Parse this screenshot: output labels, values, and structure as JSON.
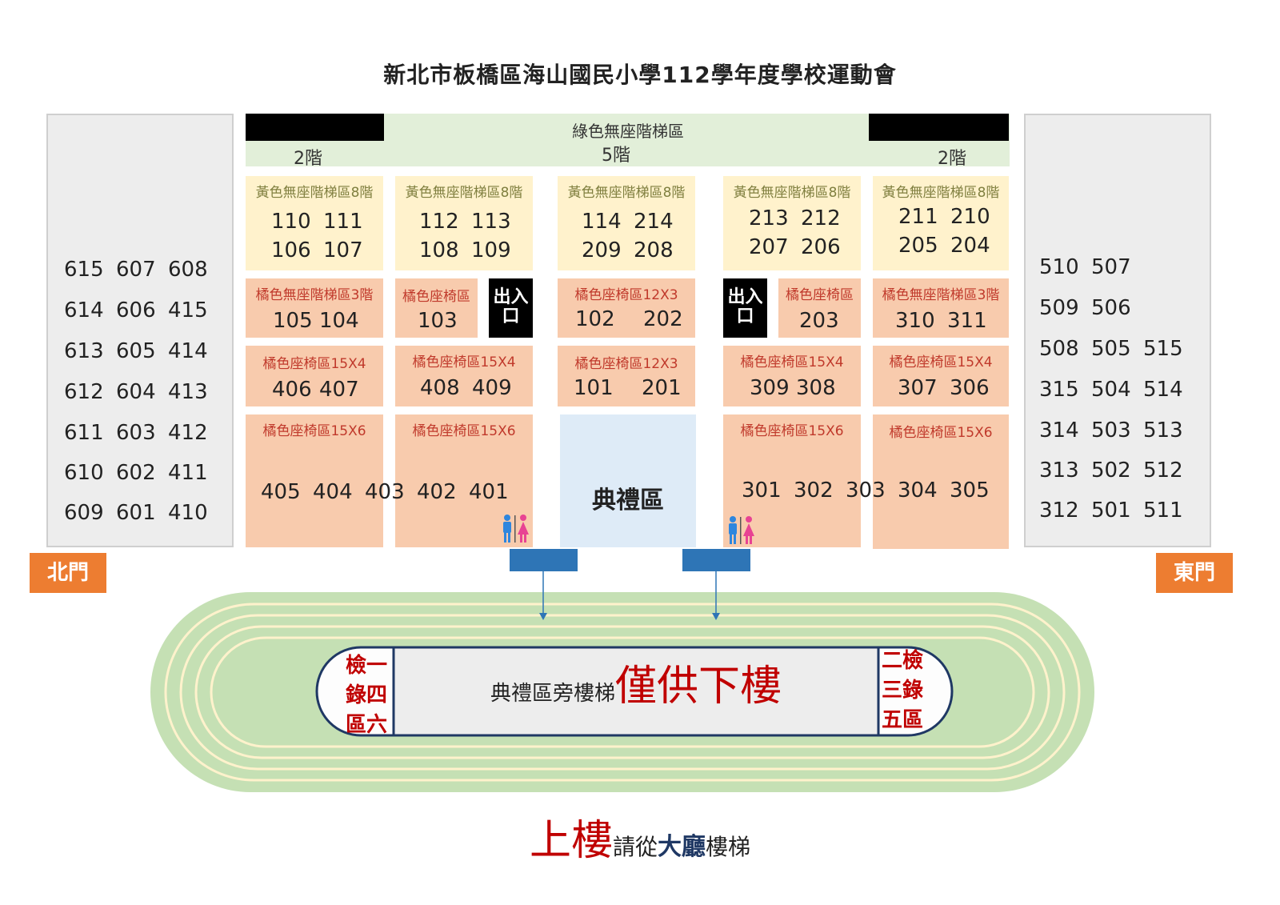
{
  "title": "新北市板橋區海山國民小學112學年度學校運動會",
  "top_zone": {
    "label": "綠色無座階梯區",
    "steps_center": "5階",
    "steps_left": "2階",
    "steps_right": "2階"
  },
  "west": {
    "rows": [
      [
        "615",
        "607",
        "608"
      ],
      [
        "614",
        "606",
        "415"
      ],
      [
        "613",
        "605",
        "414"
      ],
      [
        "612",
        "604",
        "413"
      ],
      [
        "611",
        "603",
        "412"
      ],
      [
        "610",
        "602",
        "411"
      ],
      [
        "609",
        "601",
        "410"
      ]
    ]
  },
  "east": {
    "rows": [
      [
        "510",
        "507",
        ""
      ],
      [
        "509",
        "506",
        ""
      ],
      [
        "508",
        "505",
        "515"
      ],
      [
        "315",
        "504",
        "514"
      ],
      [
        "314",
        "503",
        "513"
      ],
      [
        "313",
        "502",
        "512"
      ],
      [
        "312",
        "501",
        "511"
      ]
    ]
  },
  "yellow_blocks": [
    {
      "label": "黃色無座階梯區8階",
      "nums": [
        "110",
        "111",
        "106",
        "107"
      ]
    },
    {
      "label": "黃色無座階梯區8階",
      "nums": [
        "112",
        "113",
        "108",
        "109"
      ]
    },
    {
      "label": "黃色無座階梯區8階",
      "nums": [
        "114",
        "214",
        "209",
        "208"
      ]
    },
    {
      "label": "黃色無座階梯區8階",
      "nums": [
        "213",
        "212",
        "207",
        "206"
      ]
    },
    {
      "label": "黃色無座階梯區8階",
      "nums": [
        "211",
        "210",
        "205",
        "204"
      ]
    }
  ],
  "row2": [
    {
      "label": "橘色無座階梯區3階",
      "nums": [
        "105",
        "104"
      ]
    },
    {
      "label": "橘色座椅區",
      "nums": [
        "103"
      ]
    },
    {
      "label": "橘色座椅區12X3",
      "nums": [
        "102",
        "202"
      ]
    },
    {
      "label": "橘色座椅區",
      "nums": [
        "203"
      ]
    },
    {
      "label": "橘色無座階梯區3階",
      "nums": [
        "310",
        "311"
      ]
    }
  ],
  "entrance": {
    "left": "出入口",
    "right": "出入口"
  },
  "row3": [
    {
      "label": "橘色座椅區15X4",
      "nums": [
        "406",
        "407"
      ]
    },
    {
      "label": "橘色座椅區15X4",
      "nums": [
        "408",
        "409"
      ]
    },
    {
      "label": "橘色座椅區12X3",
      "nums": [
        "101",
        "201"
      ]
    },
    {
      "label": "橘色座椅區15X4",
      "nums": [
        "309",
        "308"
      ]
    },
    {
      "label": "橘色座椅區15X4",
      "nums": [
        "307",
        "306"
      ]
    }
  ],
  "row4": [
    {
      "label": "橘色座椅區15X6"
    },
    {
      "label": "橘色座椅區15X6"
    },
    {
      "label": "橘色座椅區15X6"
    },
    {
      "label": "橘色座椅區15X6"
    }
  ],
  "row4_nums_left": [
    "405",
    "404",
    "403",
    "402",
    "401"
  ],
  "row4_nums_right": [
    "301",
    "302",
    "303",
    "304",
    "305"
  ],
  "ceremony": "典禮區",
  "gates": {
    "north": "北門",
    "east": "東門"
  },
  "field": {
    "left_text": [
      "檢一",
      "錄四",
      "區六"
    ],
    "right_text": [
      "二檢",
      "三錄",
      "五區"
    ],
    "note_small": "典禮區旁樓梯",
    "note_big": "僅供下樓"
  },
  "bottom": {
    "part1": "上樓",
    "part2": "請從",
    "part3": "大廳",
    "part4": "樓梯"
  },
  "colors": {
    "green": "#e2efd9",
    "yellow": "#fff2cc",
    "orange": "#f8cbad",
    "blue": "#deebf7",
    "gate": "#ed7d31",
    "red": "#c00000",
    "navy": "#1f3864"
  }
}
